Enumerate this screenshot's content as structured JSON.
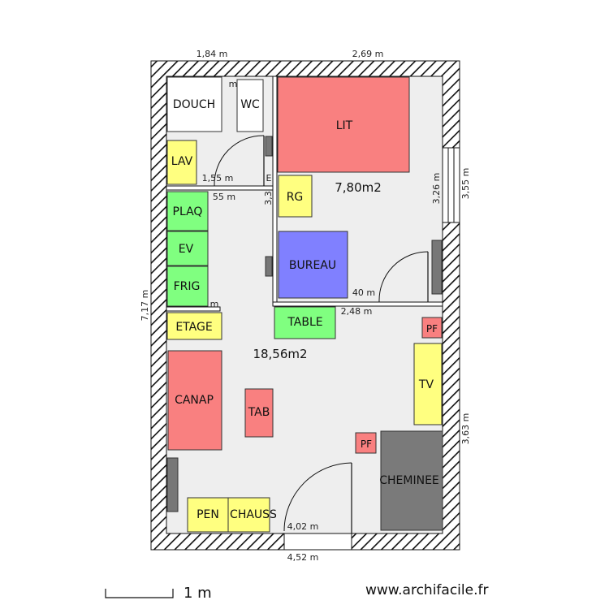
{
  "plan": {
    "dimensions": {
      "top_left": "1,84 m",
      "top_right": "2,69 m",
      "left_wall": "7,17 m",
      "right_upper": "3,55 m",
      "right_lower": "3,63 m",
      "bottom": "4,52 m",
      "door_bottom": "4,02 m",
      "bath_width": "1,55 m",
      "bath_small": "55 m",
      "bath_corner": "m",
      "wc_top": "m",
      "partition_a": "3,3",
      "partition_b": "E",
      "bedroom_height": "3,26 m",
      "bedroom_width": "2,48 m",
      "bedroom_door": "40 m",
      "kitchen_m": "m"
    },
    "rooms": {
      "bedroom_area": "7,80m2",
      "living_area": "18,56m2"
    },
    "furniture": {
      "douche": "DOUCH",
      "wc": "WC",
      "lav": "LAV",
      "lit": "LIT",
      "rg": "RG",
      "plaq": "PLAQ",
      "ev": "EV",
      "frig": "FRIG",
      "bureau": "BUREAU",
      "etage": "ETAGE",
      "table": "TABLE",
      "pf1": "PF",
      "pf2": "PF",
      "tv": "TV",
      "canap": "CANAP",
      "tab": "TAB",
      "cheminee": "CHEMINEE",
      "pen": "PEN",
      "chauss": "CHAUSS"
    },
    "colors": {
      "red": "#f98080",
      "yellow": "#ffff80",
      "green": "#80ff80",
      "blue": "#8080ff",
      "dark": "#7a7a7a",
      "floor": "#eeeeee"
    }
  },
  "footer": {
    "scale_label": "1 m",
    "website": "www.archifacile.fr"
  }
}
